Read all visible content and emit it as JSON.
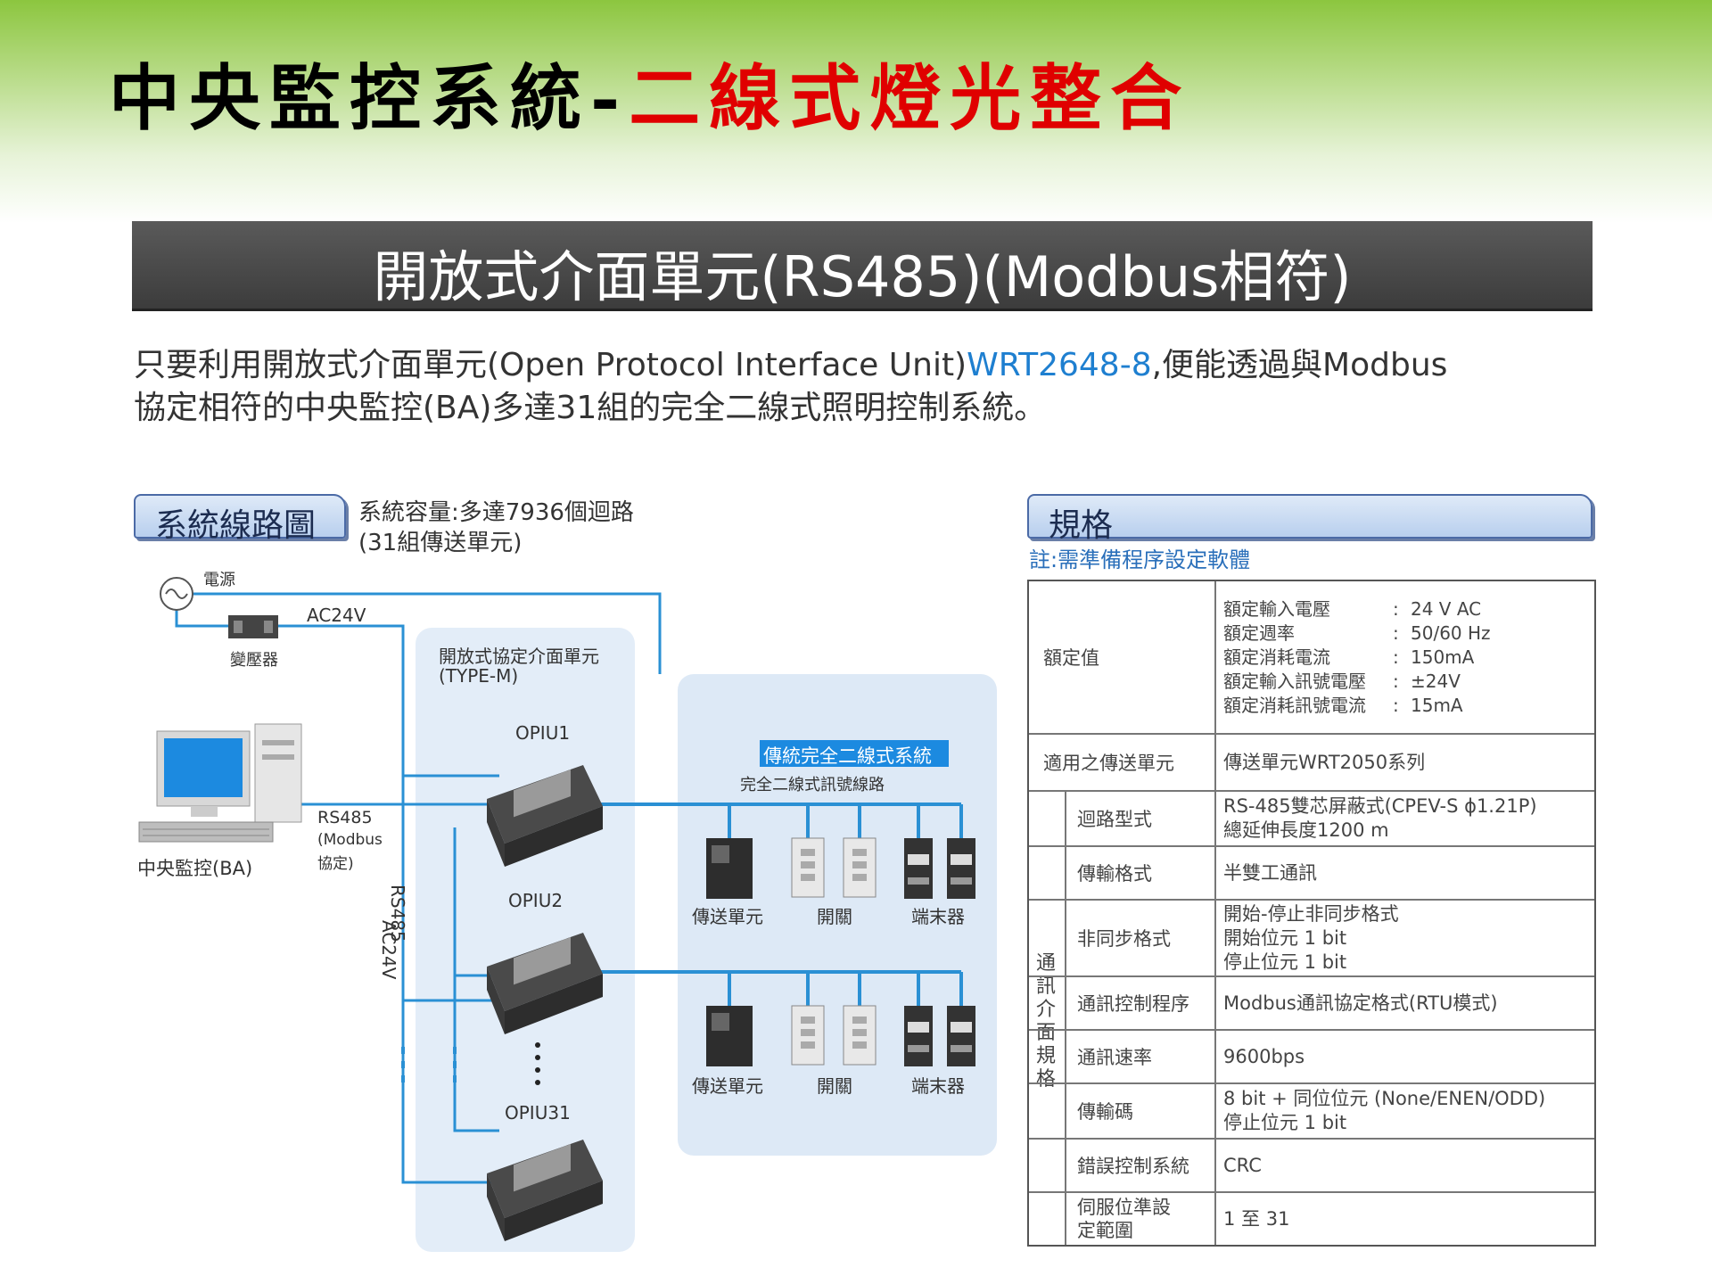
{
  "slide": {
    "title_black": "中央監控系統-",
    "title_red": "二線式燈光整合"
  },
  "banner": {
    "text": "開放式介面單元(RS485)(Modbus相符)"
  },
  "intro": {
    "part1": "只要利用開放式介面單元(Open Protocol Interface Unit)",
    "model": "WRT2648-8",
    "part2": ",便能透過與Modbus",
    "line2": "協定相符的中央監控(BA)多達31組的完全二線式照明控制系統。"
  },
  "diagram": {
    "tab": "系統線路圖",
    "capacity1": "系統容量:多達7936個迴路",
    "capacity2": "(31組傳送單元)",
    "power": "電源",
    "ac24v_top": "AC24V",
    "transformer": "變壓器",
    "opiu_label1": "開放式協定介面單元",
    "opiu_label2": "(TYPE-M)",
    "opiu1": "OPIU1",
    "opiu2": "OPIU2",
    "opiu31": "OPIU31",
    "rs485": "RS485",
    "modbus1": "(Modbus",
    "modbus2": "協定)",
    "ba": "中央監控(BA)",
    "rs485_vert": "RS485",
    "ac24v_vert": "AC24V",
    "legacy_title": "傳統完全二線式系統",
    "signal_line": "完全二線式訊號線路",
    "tx_unit": "傳送單元",
    "switch": "開關",
    "terminal": "端末器"
  },
  "spec": {
    "tab": "規格",
    "note": "註:需準備程序設定軟體",
    "rated_label": "額定值",
    "rated": [
      {
        "k": "額定輸入電壓",
        "v": "24 V AC"
      },
      {
        "k": "額定週率",
        "v": "50/60 Hz"
      },
      {
        "k": "額定消耗電流",
        "v": "150mA"
      },
      {
        "k": "額定輸入訊號電壓",
        "v": "±24V"
      },
      {
        "k": "額定消耗訊號電流",
        "v": "15mA"
      }
    ],
    "tx_label": "適用之傳送單元",
    "tx_value": "傳送單元WRT2050系列",
    "group_label": "通訊介面規格",
    "rows": [
      {
        "label": "迴路型式",
        "v1": "RS-485雙芯屏蔽式(CPEV-S ϕ1.21P)",
        "v2": "總延伸長度1200 m",
        "v3": ""
      },
      {
        "label": "傳輸格式",
        "v1": "半雙工通訊",
        "v2": "",
        "v3": ""
      },
      {
        "label": "非同步格式",
        "v1": "開始-停止非同步格式",
        "v2": "開始位元 1 bit",
        "v3": "停止位元 1 bit"
      },
      {
        "label": "通訊控制程序",
        "v1": "Modbus通訊協定格式(RTU模式)",
        "v2": "",
        "v3": ""
      },
      {
        "label": "通訊速率",
        "v1": "9600bps",
        "v2": "",
        "v3": ""
      },
      {
        "label": "傳輸碼",
        "v1": "8 bit + 同位位元 (None/ENEN/ODD)",
        "v2": "停止位元 1 bit",
        "v3": ""
      },
      {
        "label": "錯誤控制系統",
        "v1": "CRC",
        "v2": "",
        "v3": ""
      },
      {
        "label": "伺服位準設定範圍",
        "v1": "1 至 31",
        "v2": "",
        "v3": ""
      }
    ]
  }
}
